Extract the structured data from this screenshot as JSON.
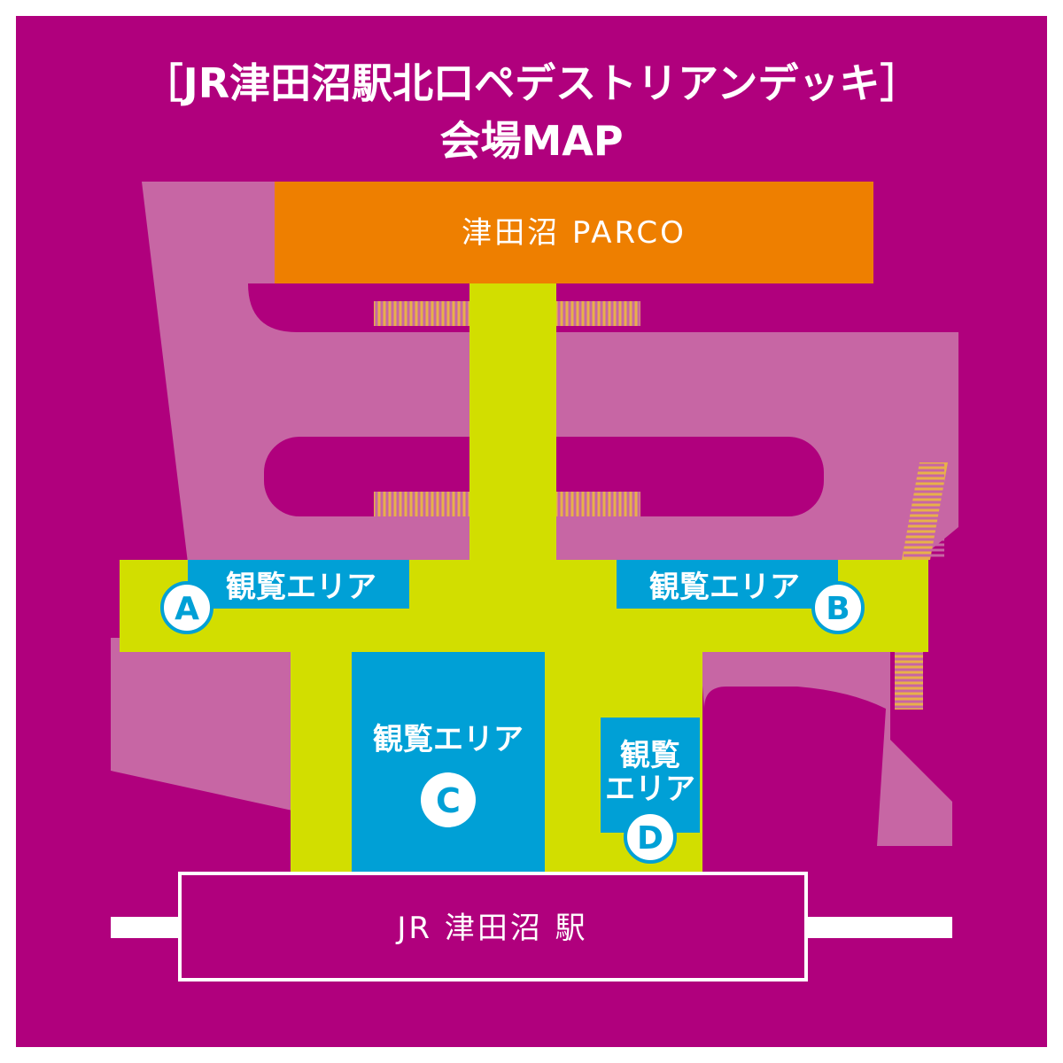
{
  "title": {
    "line1": "［JR津田沼駅北口ペデストリアンデッキ］",
    "line2": "会場MAP"
  },
  "buildings": {
    "parco": "津田沼 PARCO",
    "station": "JR 津田沼 駅"
  },
  "areas": [
    {
      "id": "A",
      "label": "観覧エリア",
      "marker": "A"
    },
    {
      "id": "B",
      "label": "観覧エリア",
      "marker": "B"
    },
    {
      "id": "C",
      "label": "観覧エリア",
      "marker": "C"
    },
    {
      "id": "D",
      "label_line1": "観覧",
      "label_line2": "エリア",
      "marker": "D"
    }
  ],
  "colors": {
    "background": "#b0007d",
    "road": "#c766a4",
    "deck": "#d2de00",
    "parco": "#ee7f00",
    "area": "#00a0d6",
    "stairs": "#e8b04a",
    "white": "#ffffff"
  }
}
